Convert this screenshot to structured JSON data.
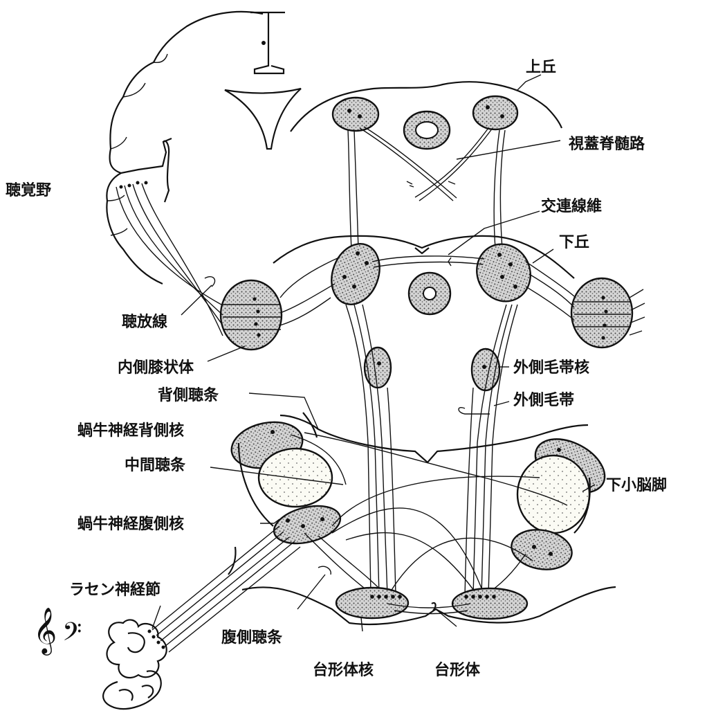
{
  "labels": {
    "superior_colliculus": "上丘",
    "tectospinal_tract": "視蓋脊髄路",
    "auditory_cortex": "聴覚野",
    "commissural_fibers": "交連線維",
    "inferior_colliculus": "下丘",
    "acoustic_radiation": "聴放線",
    "medial_geniculate_body": "内側膝状体",
    "lateral_lemniscus_nucleus": "外側毛帯核",
    "dorsal_acoustic_stria": "背側聴条",
    "lateral_lemniscus": "外側毛帯",
    "dorsal_cochlear_nucleus": "蝸牛神経背側核",
    "intermediate_acoustic_stria": "中間聴条",
    "inferior_cerebellar_peduncle": "下小脳脚",
    "ventral_cochlear_nucleus": "蝸牛神経腹側核",
    "spiral_ganglion": "ラセン神経節",
    "ventral_acoustic_stria": "腹側聴条",
    "trapezoid_nucleus": "台形体核",
    "trapezoid_body": "台形体"
  }
}
